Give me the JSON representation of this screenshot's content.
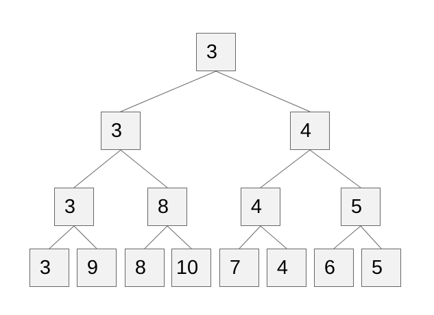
{
  "diagram": {
    "type": "binary-tree",
    "colors": {
      "background": "#ffffff",
      "node_fill": "#f2f2f2",
      "node_border": "#666666",
      "edge": "#666666",
      "text": "#000000"
    },
    "levels": [
      {
        "name": "root",
        "values": [
          "3"
        ]
      },
      {
        "name": "level-2",
        "values": [
          "3",
          "4"
        ]
      },
      {
        "name": "level-3",
        "values": [
          "3",
          "8",
          "4",
          "5"
        ]
      },
      {
        "name": "leaves",
        "values": [
          "3",
          "9",
          "8",
          "10",
          "7",
          "4",
          "6",
          "5"
        ]
      }
    ],
    "edges": [
      {
        "from": "root",
        "to": "l2-0"
      },
      {
        "from": "root",
        "to": "l2-1"
      },
      {
        "from": "l2-0",
        "to": "l3-0"
      },
      {
        "from": "l2-0",
        "to": "l3-1"
      },
      {
        "from": "l2-1",
        "to": "l3-2"
      },
      {
        "from": "l2-1",
        "to": "l3-3"
      },
      {
        "from": "l3-0",
        "to": "l4-0"
      },
      {
        "from": "l3-0",
        "to": "l4-1"
      },
      {
        "from": "l3-1",
        "to": "l4-2"
      },
      {
        "from": "l3-1",
        "to": "l4-3"
      },
      {
        "from": "l3-2",
        "to": "l4-4"
      },
      {
        "from": "l3-2",
        "to": "l4-5"
      },
      {
        "from": "l3-3",
        "to": "l4-6"
      },
      {
        "from": "l3-3",
        "to": "l4-7"
      }
    ]
  }
}
